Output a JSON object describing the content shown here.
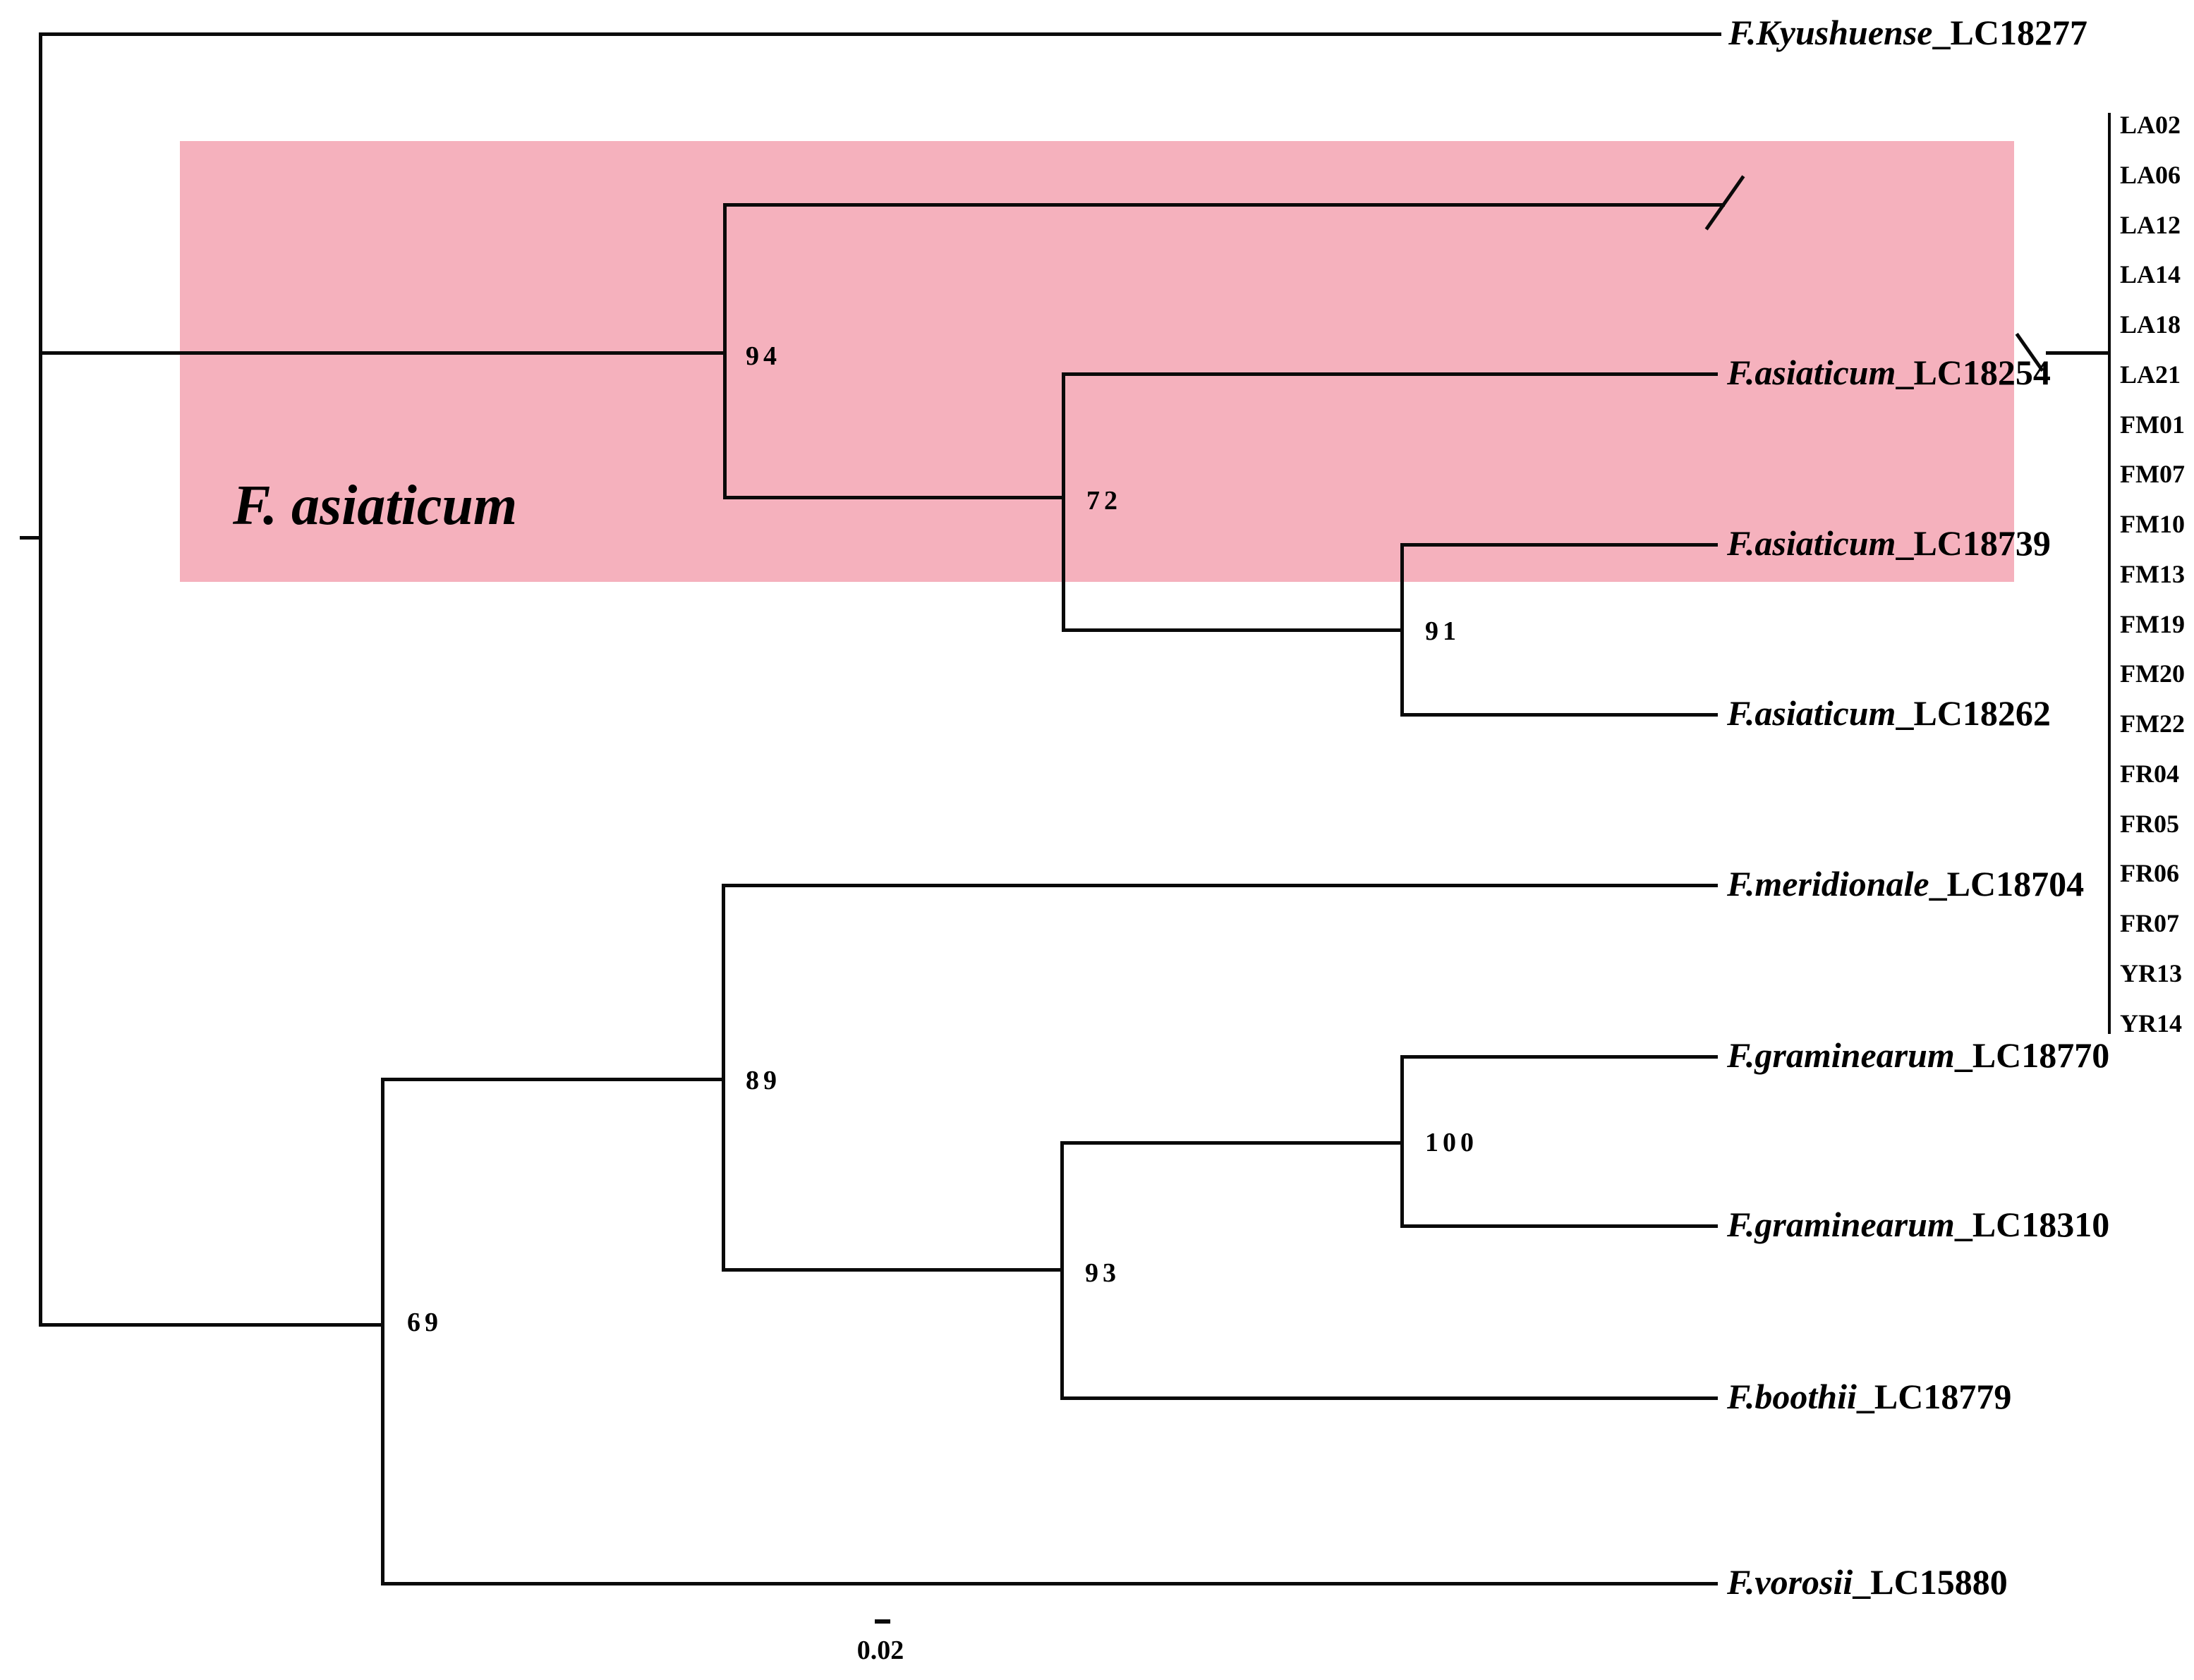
{
  "figure": {
    "type": "phylogenetic-tree",
    "clade_highlight_label": "F. asiaticum",
    "highlight_color": "#f5b1bd",
    "line_color": "#0a0a0a",
    "scale_bar_label": "0.02"
  },
  "leaves": [
    {
      "species": "F.Kyushuense",
      "accession": "_LC18277"
    },
    {
      "species": "F.asiaticum",
      "accession": "_LC18254"
    },
    {
      "species": "F.asiaticum",
      "accession": "_LC18739"
    },
    {
      "species": "F.asiaticum",
      "accession": "_LC18262"
    },
    {
      "species": "F.meridionale",
      "accession": "_LC18704"
    },
    {
      "species": "F.graminearum",
      "accession": "_LC18770"
    },
    {
      "species": "F.graminearum",
      "accession": "_LC18310"
    },
    {
      "species": "F.boothii",
      "accession": "_LC18779"
    },
    {
      "species": "F.vorosii",
      "accession": "_LC15880"
    }
  ],
  "bootstrap": {
    "n94": "94",
    "n72": "72",
    "n91": "91",
    "n89": "89",
    "n100": "100",
    "n93": "93",
    "n69": "69"
  },
  "strains": [
    "LA02",
    "LA06",
    "LA12",
    "LA14",
    "LA18",
    "LA21",
    "FM01",
    "FM07",
    "FM10",
    "FM13",
    "FM19",
    "FM20",
    "FM22",
    "FR04",
    "FR05",
    "FR06",
    "FR07",
    "YR13",
    "YR14"
  ]
}
